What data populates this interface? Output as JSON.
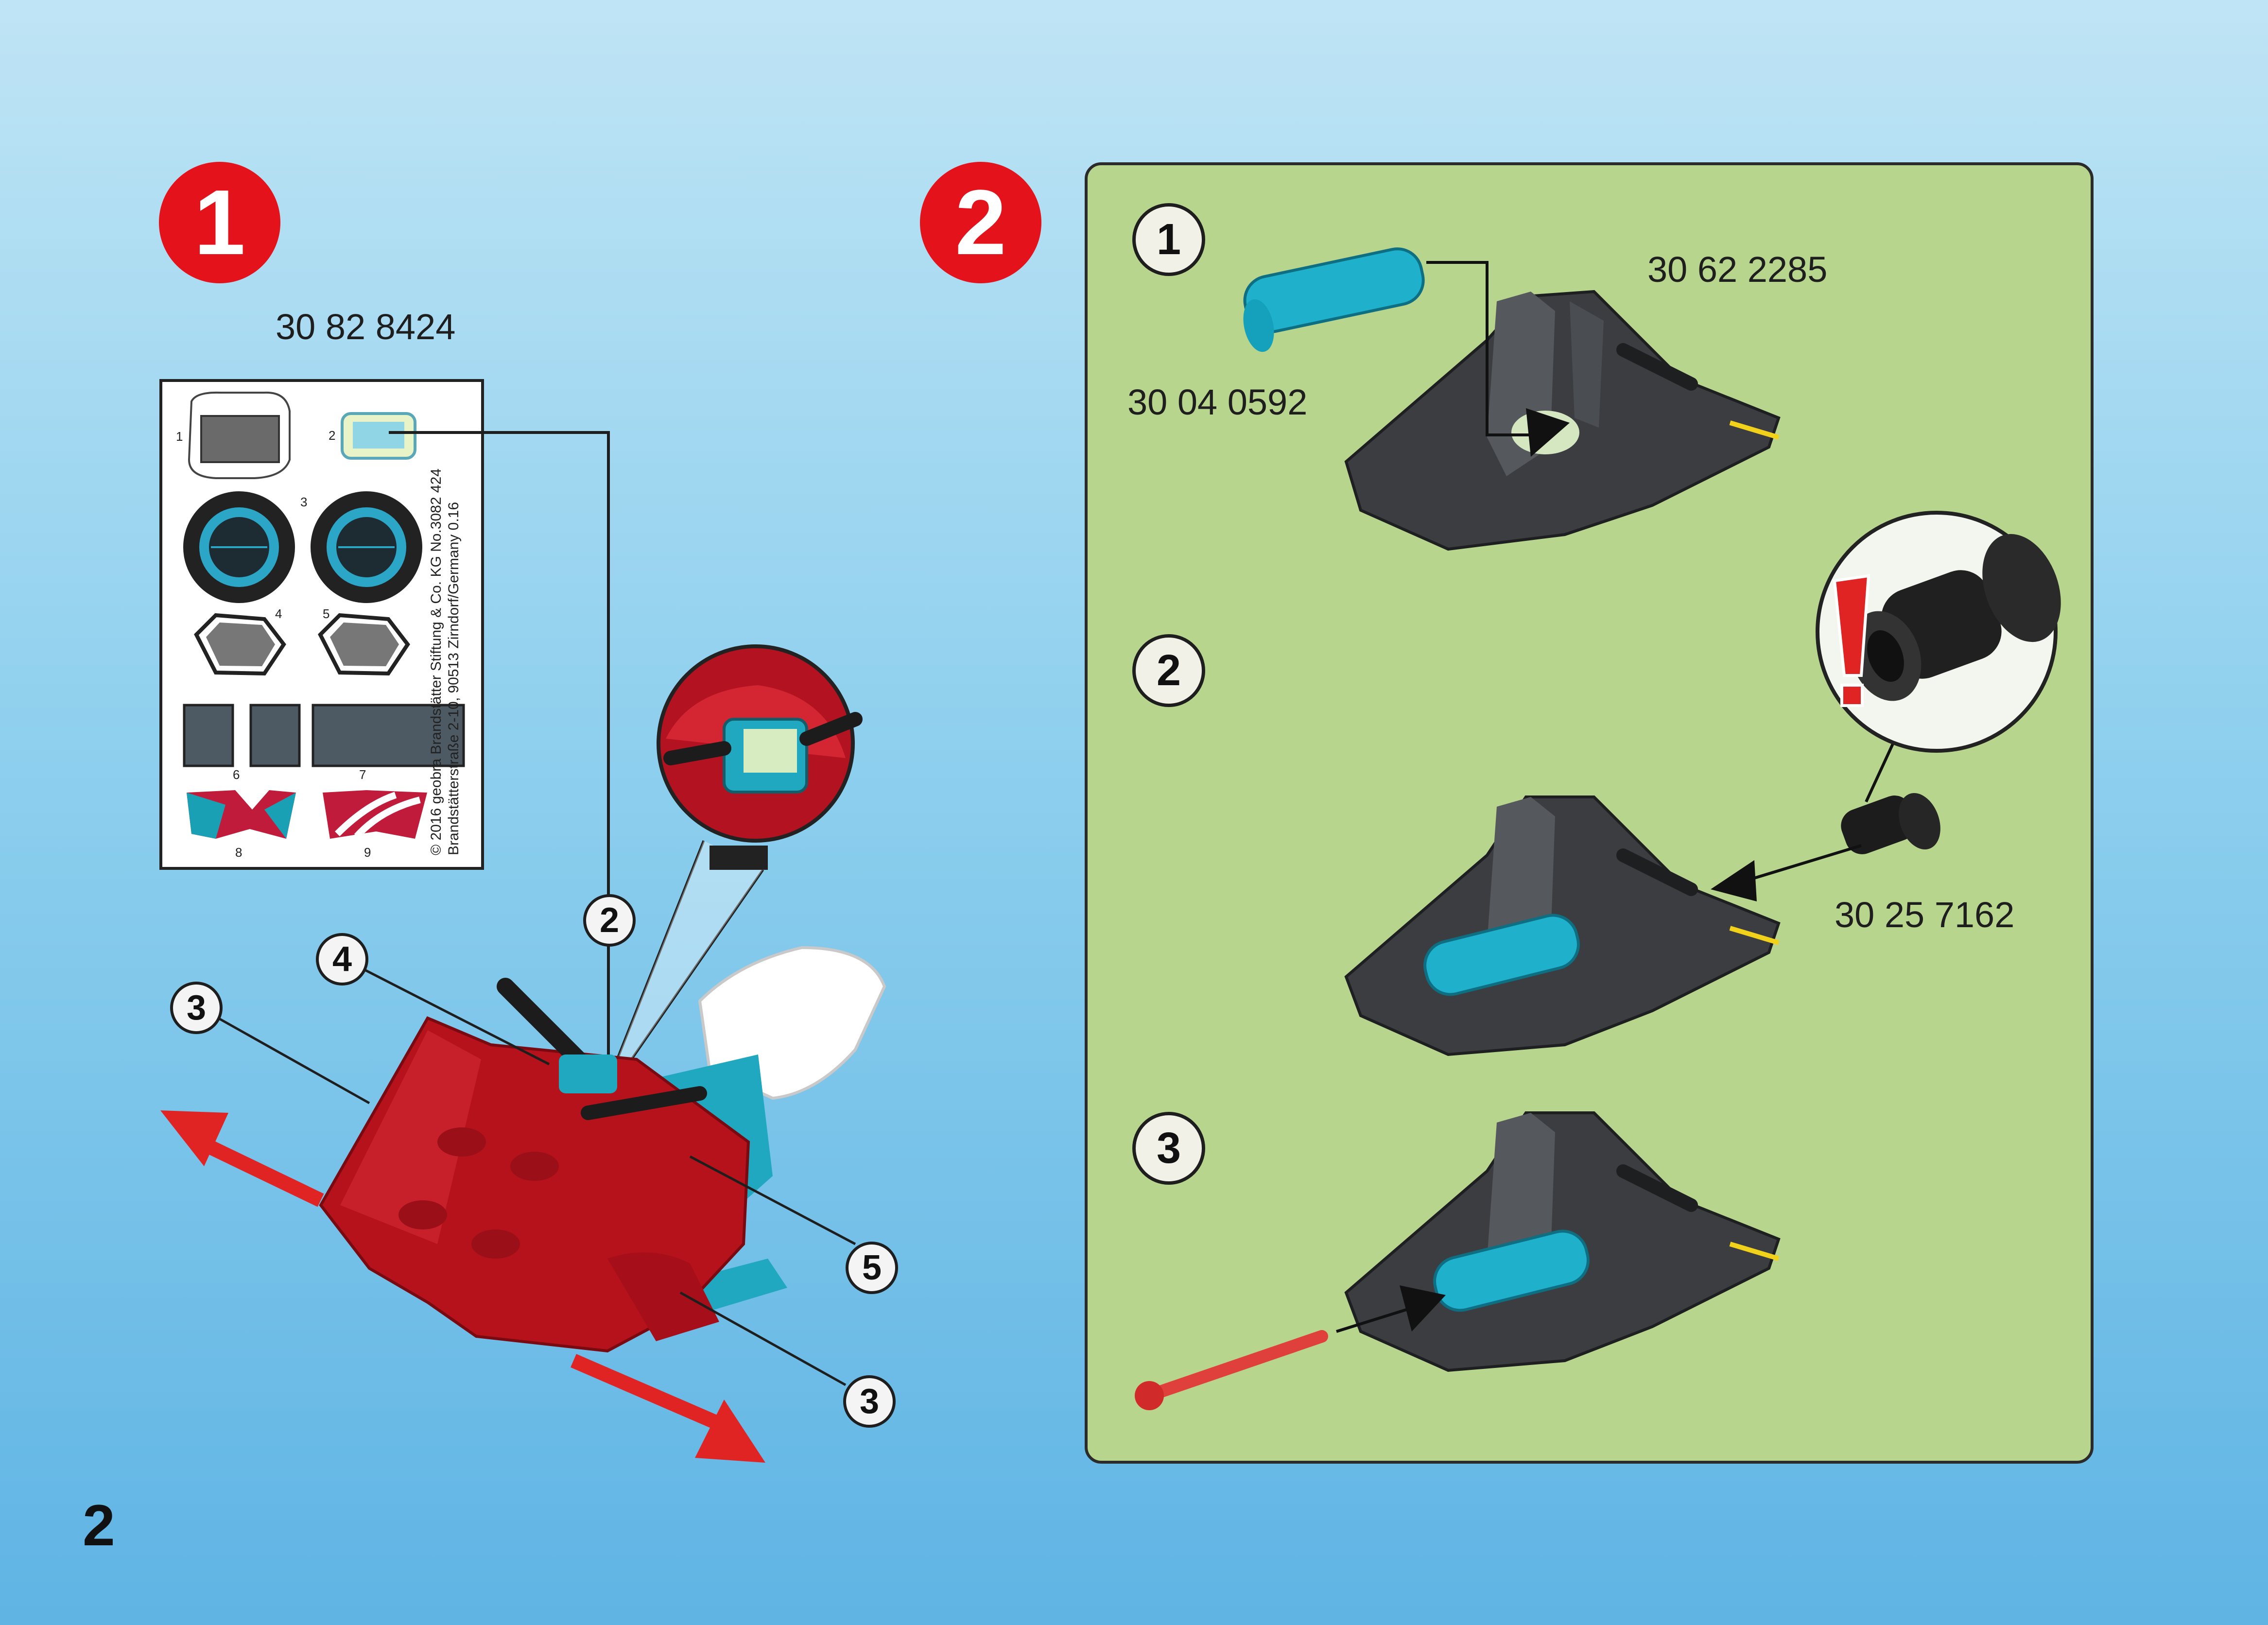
{
  "steps": {
    "step1": {
      "badge": "1",
      "part_number": "30 82 8424"
    },
    "step2": {
      "badge": "2"
    }
  },
  "sticker_sheet": {
    "numbers": [
      "1",
      "2",
      "3",
      "4",
      "5",
      "6",
      "7",
      "8",
      "9"
    ],
    "copyright": "© 2016 geobra Brandstätter Stiftung & Co. KG   No.3082 424\nBrandstätterstraße 2-10, 90513 Zirndorf/Germany   0.16"
  },
  "step1_callouts": [
    "2",
    "4",
    "3",
    "5",
    "3"
  ],
  "step2_panel": {
    "substeps": [
      "1",
      "2",
      "3"
    ],
    "part_numbers": {
      "base": "30 62 2285",
      "cyan_pin": "30 04 0592",
      "black_cap": "30 25 7162"
    },
    "warning_mark": "!"
  },
  "page_number": "2",
  "colors": {
    "badge_red": "#e4121b",
    "panel_green": "#b8d58e",
    "arrow_red": "#e02424",
    "vehicle_red": "#b5121b",
    "teal": "#1fa8c0",
    "dark_grey": "#3b3d40"
  }
}
